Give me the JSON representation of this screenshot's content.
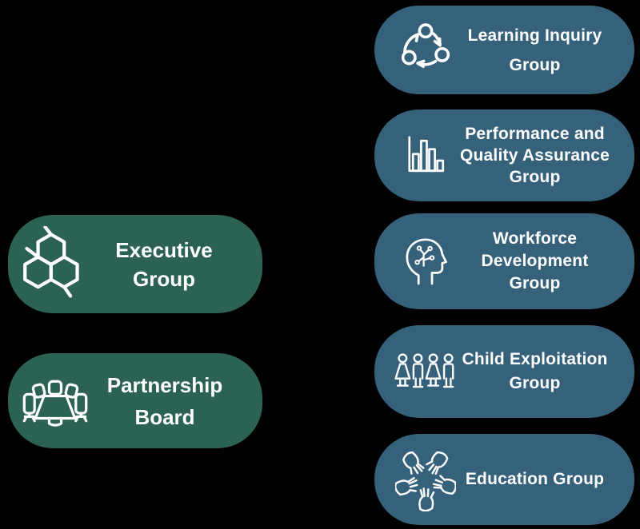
{
  "canvas": {
    "background": "#000000",
    "type": "organisation-structure-diagram"
  },
  "colors": {
    "left_pill": "#2B6254",
    "right_pill": "#36617B",
    "text": "#FFFFFF",
    "icon": "#FFFFFF"
  },
  "left_column": {
    "items": [
      {
        "name": "executive-group",
        "icon": "molecule-icon",
        "lines": [
          "Executive",
          "Group"
        ]
      },
      {
        "name": "partnership-board",
        "icon": "board-meeting-icon",
        "lines": [
          "Partnership",
          "Board"
        ]
      }
    ]
  },
  "right_column": {
    "items": [
      {
        "name": "learning-inquiry-group",
        "icon": "cycle-arrows-icon",
        "lines": [
          "Learning Inquiry",
          "Group"
        ]
      },
      {
        "name": "performance-and-quality-assurance-group",
        "icon": "bar-chart-icon",
        "lines": [
          "Performance and",
          "Quality Assurance",
          "Group"
        ]
      },
      {
        "name": "workforce-development-group",
        "icon": "brain-head-icon",
        "lines": [
          "Workforce",
          "Development Group"
        ]
      },
      {
        "name": "child-exploitation-group",
        "icon": "children-icon",
        "lines": [
          "Child Exploitation",
          "Group"
        ]
      },
      {
        "name": "education-group",
        "icon": "hands-together-icon",
        "lines": [
          "Education Group"
        ]
      }
    ]
  }
}
